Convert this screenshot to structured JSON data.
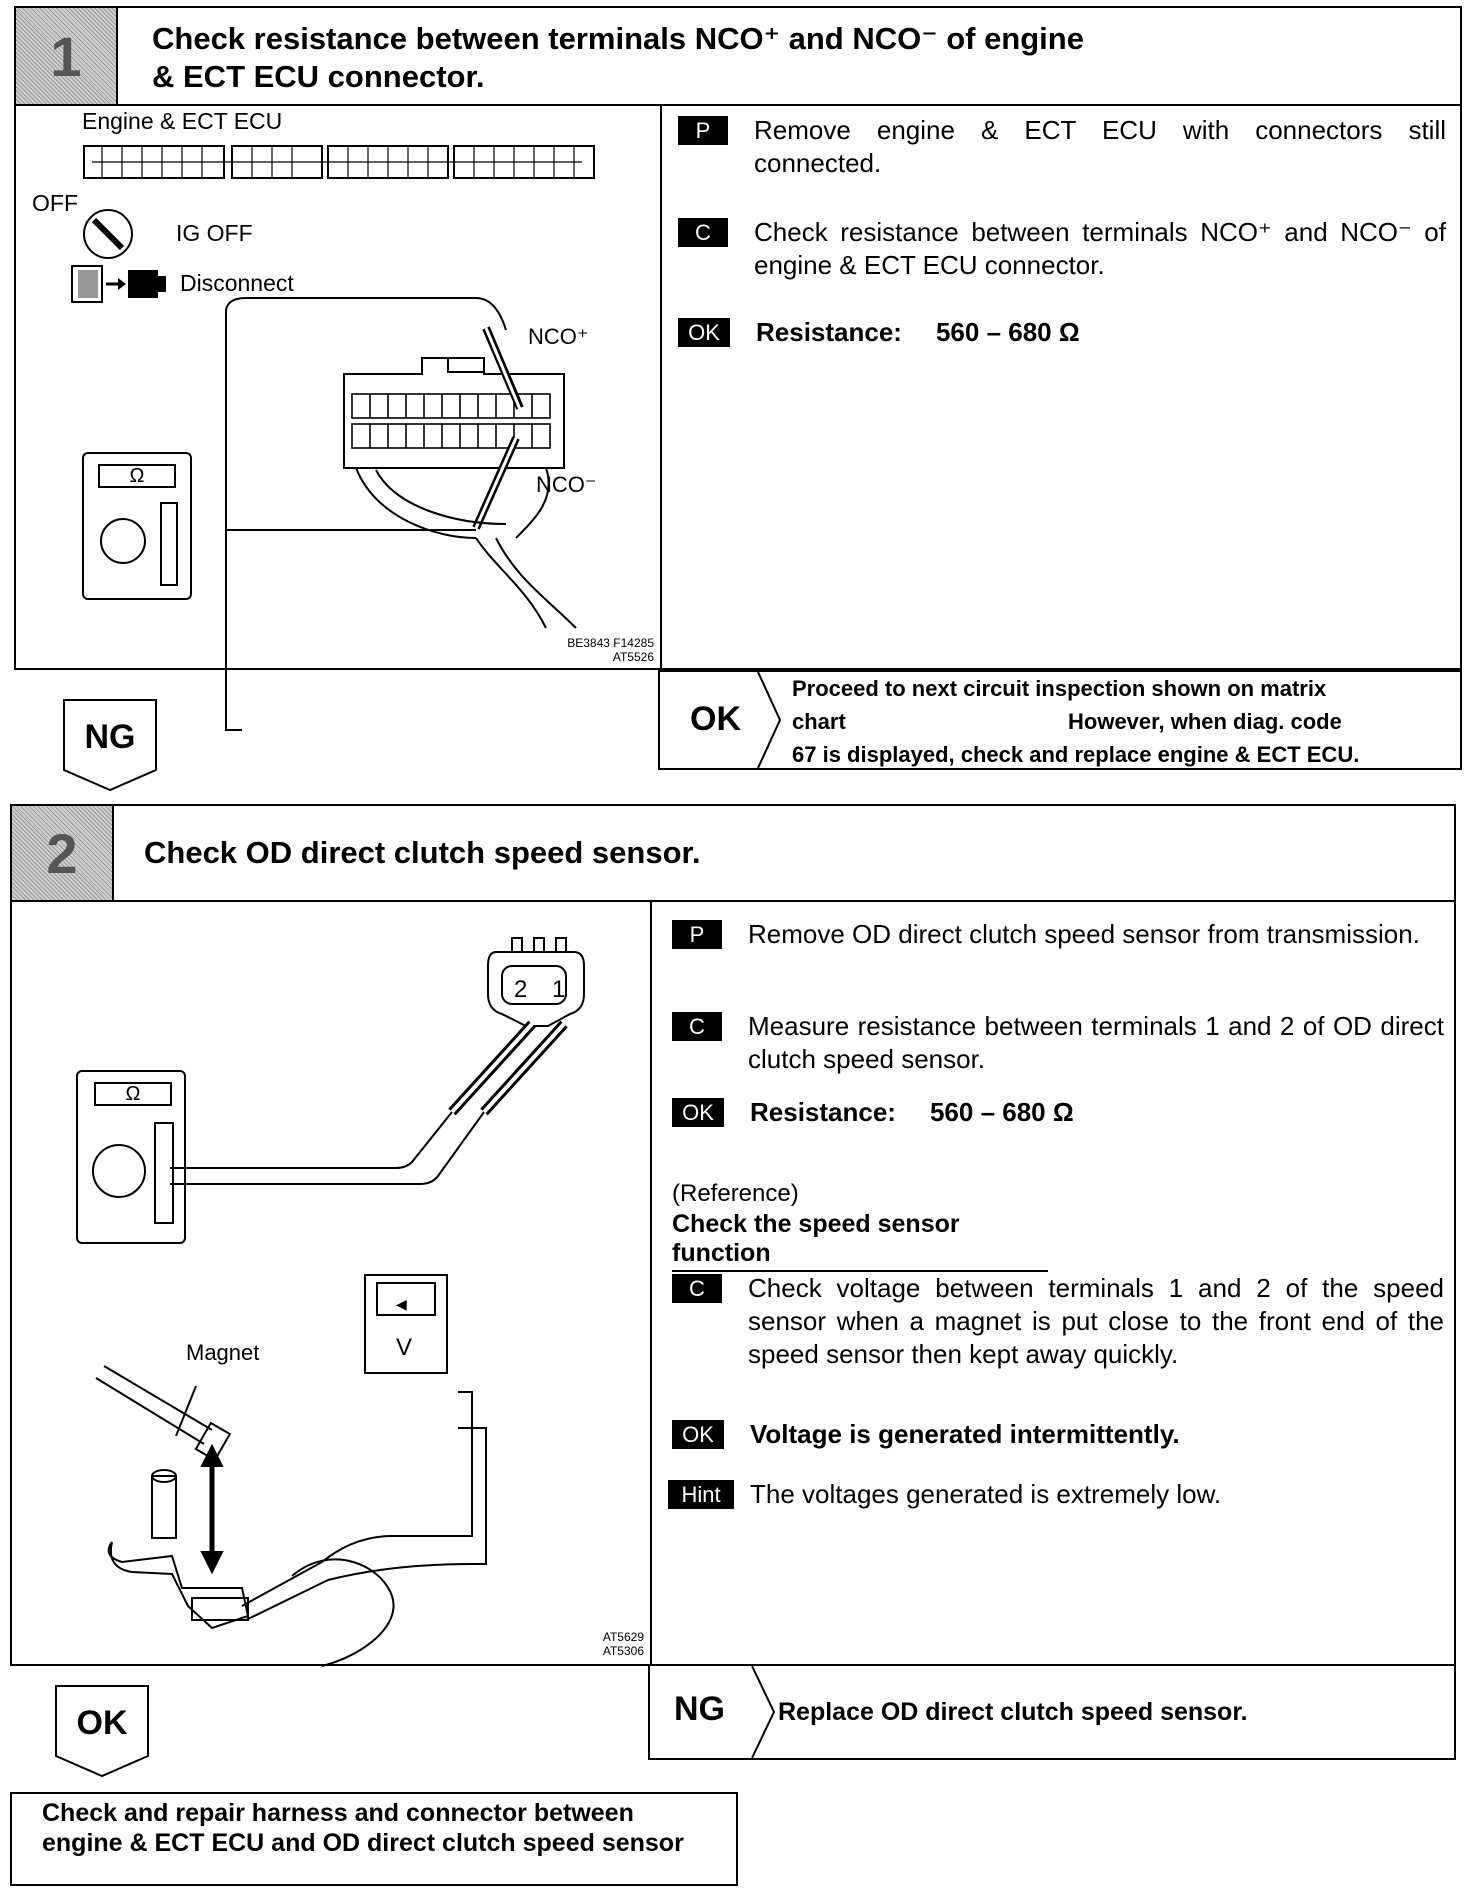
{
  "step1": {
    "number": "1",
    "title_line1": "Check resistance between terminals NCO⁺ and NCO⁻ of engine",
    "title_line2": "& ECT ECU connector.",
    "figure": {
      "ecu_label": "Engine & ECT ECU",
      "off_label": "OFF",
      "ig_off_label": "IG OFF",
      "disconnect_label": "Disconnect",
      "nco_plus_label": "NCO⁺",
      "nco_minus_label": "NCO⁻",
      "ohm_symbol": "Ω",
      "figure_code": "BE3843 F14285",
      "figure_code2": "AT5526"
    },
    "instructions": [
      {
        "tag": "P",
        "text": "Remove engine & ECT ECU with connectors still connected."
      },
      {
        "tag": "C",
        "text": "Check resistance between terminals NCO⁺ and NCO⁻ of engine & ECT ECU connector."
      },
      {
        "tag": "OK",
        "label": "Resistance:",
        "value": "560 – 680 Ω"
      }
    ],
    "result_ok": {
      "word": "OK",
      "line1": "Proceed to next circuit inspection shown on matrix",
      "line2a": "chart",
      "line2b": "However, when diag. code",
      "line3": "67 is displayed, check and replace engine & ECT ECU."
    },
    "result_ng": {
      "word": "NG"
    }
  },
  "step2": {
    "number": "2",
    "title": "Check OD direct clutch speed sensor.",
    "figure": {
      "ohm_symbol": "Ω",
      "pin2": "2",
      "pin1": "1",
      "magnet_label": "Magnet",
      "volt_symbol": "V",
      "figure_code": "AT5629",
      "figure_code2": "AT5306"
    },
    "instructions": [
      {
        "tag": "P",
        "text": "Remove OD direct clutch speed sensor from transmission."
      },
      {
        "tag": "C",
        "text": "Measure resistance between terminals 1 and 2 of OD direct clutch speed sensor."
      },
      {
        "tag": "OK",
        "label": "Resistance:",
        "value": "560 – 680 Ω"
      }
    ],
    "reference_label": "(Reference)",
    "reference_title": "Check the speed sensor function",
    "reference_instructions": [
      {
        "tag": "C",
        "text": "Check voltage between terminals 1 and 2 of the speed sensor when a magnet is put close to the front end of the speed sensor then kept away quickly."
      },
      {
        "tag": "OK",
        "text": "Voltage is generated intermittently."
      },
      {
        "tag": "Hint",
        "text": "The voltages generated is extremely low."
      }
    ],
    "result_ng": {
      "word": "NG",
      "text": "Replace OD direct clutch speed sensor."
    },
    "result_ok": {
      "word": "OK"
    },
    "final_box": "Check and repair harness and connector between engine & ECT ECU and OD direct clutch speed sensor"
  }
}
